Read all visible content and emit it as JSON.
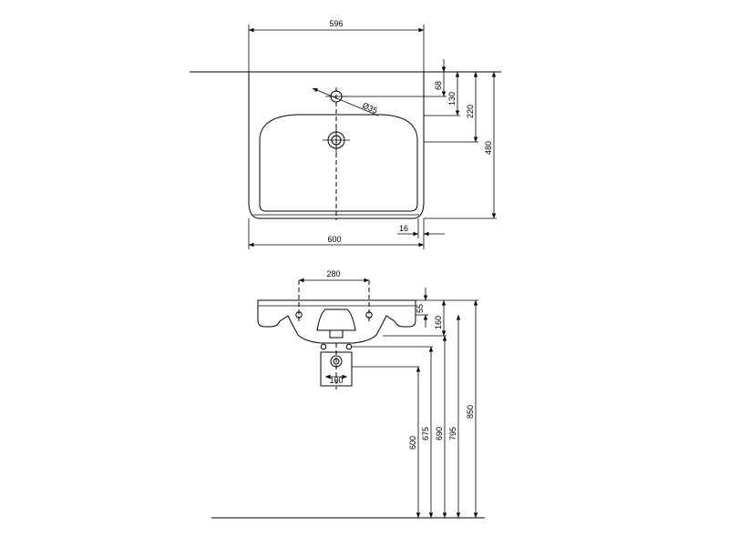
{
  "top_view": {
    "width_top": "596",
    "width_bottom": "600",
    "tap_hole_offset": "68",
    "overflow_offset": "130",
    "bowl_depth": "220",
    "total_depth": "480",
    "rim_width": "16",
    "tap_hole_diameter": "Ø35"
  },
  "side_view": {
    "bracket_spacing": "280",
    "rim_height": "55",
    "waste_offset": "160",
    "trap_width": "100",
    "h_600": "600",
    "h_675": "675",
    "h_690": "690",
    "h_795": "795",
    "h_850": "850"
  }
}
